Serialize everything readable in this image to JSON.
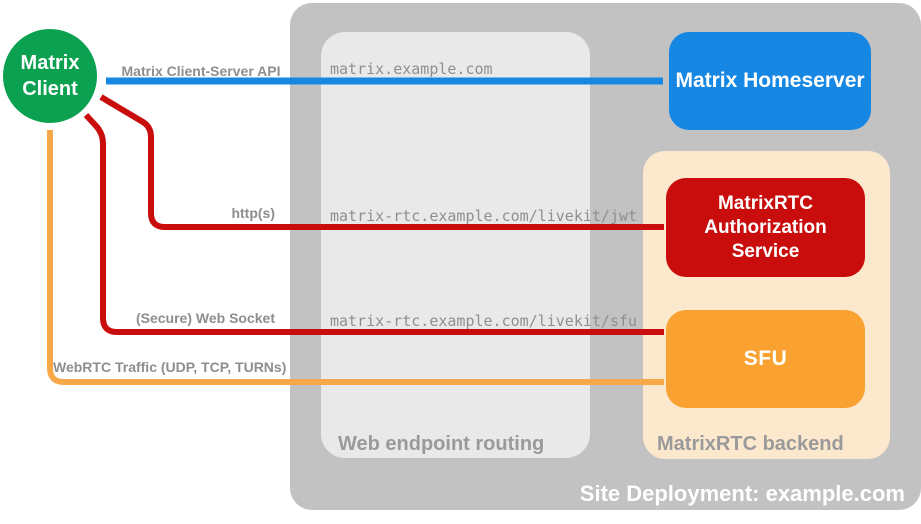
{
  "colors": {
    "client_green": "#0ba150",
    "homeserver_blue": "#1787e4",
    "auth_red": "#c90d0d",
    "sfu_orange": "#f9a232",
    "webrtc_arrow_orange": "#f7a94a",
    "backend_peach": "#fce8cd",
    "deployment_gray": "#c2c2c2",
    "routing_gray": "#e9e9e9",
    "label_gray": "#8e8e8e"
  },
  "nodes": {
    "client": "Matrix Client",
    "homeserver": "Matrix Homeserver",
    "auth_service": "MatrixRTC Authorization Service",
    "sfu": "SFU"
  },
  "groups": {
    "deployment": "Site Deployment: example.com",
    "routing": "Web endpoint routing",
    "backend": "MatrixRTC backend"
  },
  "arrows": {
    "client_server_api": "Matrix Client-Server API",
    "http": "http(s)",
    "websocket": "(Secure) Web Socket",
    "webrtc": "WebRTC Traffic (UDP, TCP, TURNs)"
  },
  "endpoints": {
    "homeserver": "matrix.example.com",
    "jwt": "matrix-rtc.example.com/livekit/jwt",
    "sfu": "matrix-rtc.example.com/livekit/sfu"
  }
}
